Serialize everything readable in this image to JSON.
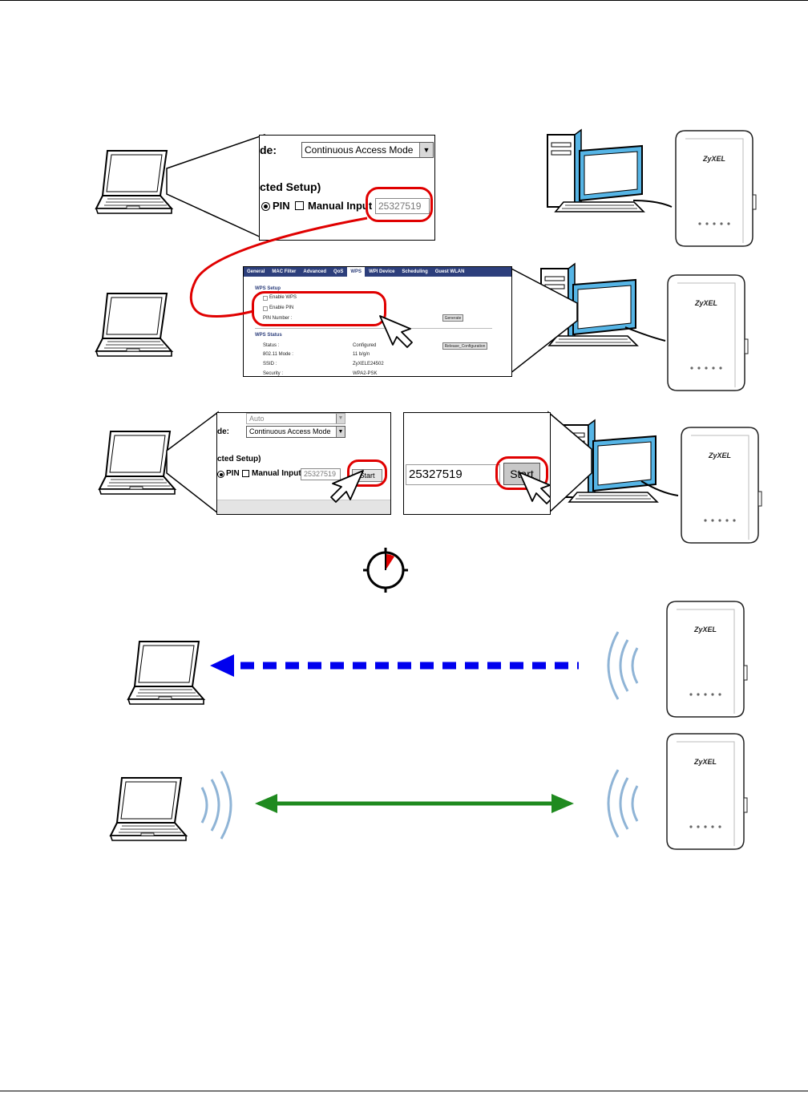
{
  "row1": {
    "mode_label": "de:",
    "mode_value": "Continuous Access Mode",
    "wps_heading": "cted Setup)",
    "pin_label": "PIN",
    "manual_input_label": "Manual Input",
    "pin_value": "25327519"
  },
  "row2": {
    "tabs": [
      "General",
      "MAC Filter",
      "Advanced",
      "QoS",
      "WPS",
      "WPI Device",
      "Scheduling",
      "Guest WLAN"
    ],
    "active_tab": "WPS",
    "wps_setup_title": "WPS Setup",
    "enable_wps": "Enable WPS",
    "enable_pin": "Enable PIN",
    "pin_number": "PIN Number :",
    "generate_btn": "Generate",
    "wps_status_title": "WPS Status",
    "status_label": "Status :",
    "status_value": "Configured",
    "release_btn": "Release_Configuration",
    "mode_label": "802.11 Mode :",
    "mode_value": "11  b/g/n",
    "ssid_label": "SSID :",
    "ssid_value": "ZyXELE24502",
    "security_label": "Security :",
    "security_value": "WPA2-PSK"
  },
  "row3": {
    "auto_value": "Auto",
    "mode_label": "de:",
    "mode_value": "Continuous Access Mode",
    "wps_heading": "cted Setup)",
    "pin_label": "PIN",
    "manual_input_label": "Manual Input",
    "pin_value": "25327519",
    "start_btn": "Start"
  },
  "row3b": {
    "pin_value": "25327519",
    "start_btn": "Start"
  },
  "device": {
    "brand": "ZyXEL"
  },
  "colors": {
    "highlight": "#e00000",
    "wps_handshake": "#0000ee",
    "connected": "#1f8a1f",
    "waves": "#8fb4d6",
    "screen_blue": "#56b5e6"
  },
  "icons": [
    "laptop-icon",
    "desktop-pc-icon",
    "zyxel-device-icon",
    "timer-icon",
    "cursor-icon",
    "wireless-signal-icon"
  ]
}
